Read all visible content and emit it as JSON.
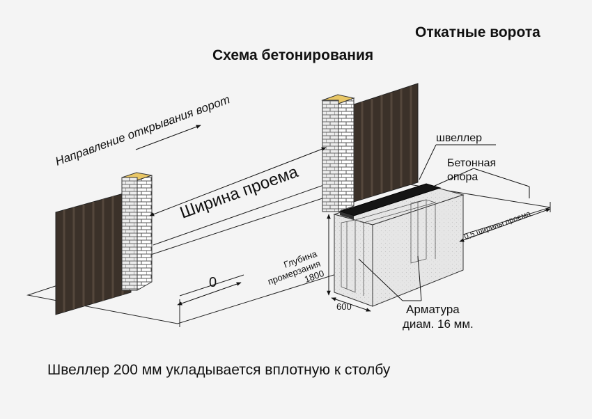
{
  "title": "Откатные ворота",
  "subtitle": "Схема бетонирования",
  "labels": {
    "direction": "Направление открывания ворот",
    "opening_width": "Ширина проема",
    "zero": "0",
    "channel": "швеллер",
    "concrete_support": [
      "Бетонная",
      "опора"
    ],
    "half_width": "0,5 ширины проема",
    "depth": [
      "Глубина",
      "промерзания",
      "1800"
    ],
    "width_600": "600",
    "rebar": [
      "Арматура",
      "диам. 16 мм."
    ]
  },
  "caption": "Швеллер 200 мм укладывается вплотную к столбу",
  "colors": {
    "gate_panel": "#3b3129",
    "gate_stripe": "#54473c",
    "brick_face": "#ffffff",
    "brick_line": "#555555",
    "pillar_cap": "#e9c766",
    "concrete": "#e4e4e4",
    "channel": "#151515",
    "background": "#f4f4f4"
  }
}
